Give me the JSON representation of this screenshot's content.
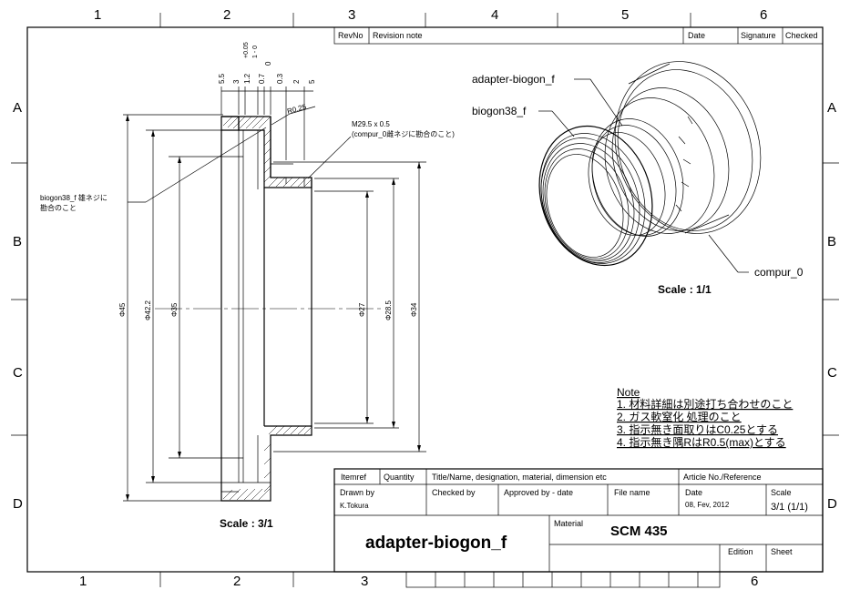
{
  "zones": {
    "columns_top": [
      "1",
      "2",
      "3",
      "4",
      "5",
      "6"
    ],
    "columns_bottom": [
      "1",
      "2",
      "3",
      "6"
    ],
    "rows": [
      "A",
      "B",
      "C",
      "D"
    ]
  },
  "revision_block": {
    "rev_no": "RevNo",
    "revision_note": "Revision note",
    "date": "Date",
    "signature": "Signature",
    "checked": "Checked"
  },
  "section_view": {
    "scale_label": "Scale : 3/1",
    "top_dims": [
      "5.5",
      "3",
      "1.2",
      "+0.05",
      "1 - 0",
      "0.7",
      "0",
      "0.3",
      "2",
      "5"
    ],
    "radius": "R0.25",
    "thread_note_1": "M29.5 x 0.5",
    "thread_note_2": "(compur_0雌ネジに勘合のこと)",
    "fit_note_1": "biogon38_f 雄ネジに",
    "fit_note_2": "勘合のこと",
    "diameters": [
      "Φ45",
      "Φ42.2",
      "Φ35",
      "Φ27",
      "Φ28.5",
      "Φ34"
    ]
  },
  "iso_view": {
    "label_adapter": "adapter-biogon_f",
    "label_biogon": "biogon38_f",
    "label_compur": "compur_0",
    "scale_label": "Scale : 1/1"
  },
  "notes": {
    "heading": "Note",
    "items": [
      "1. 材料詳細は別途打ち合わせのこと",
      "2. ガス軟窒化 処理のこと",
      "3. 指示無き面取りはC0.25とする",
      "4. 指示無き隅RはR0.5(max)とする"
    ]
  },
  "title_block": {
    "itemref": "Itemref",
    "quantity": "Quantity",
    "title_header": "Title/Name, designation, material, dimension etc",
    "article_header": "Article No./Reference",
    "drawn_by_label": "Drawn by",
    "drawn_by": "K.Tokura",
    "checked_by_label": "Checked by",
    "approved_label": "Approved by - date",
    "file_name_label": "File name",
    "date_label": "Date",
    "date": "08, Fev, 2012",
    "scale_label": "Scale",
    "scale": "3/1 (1/1)",
    "part_name": "adapter-biogon_f",
    "material_label": "Material",
    "material": "SCM 435",
    "edition_label": "Edition",
    "sheet_label": "Sheet"
  }
}
